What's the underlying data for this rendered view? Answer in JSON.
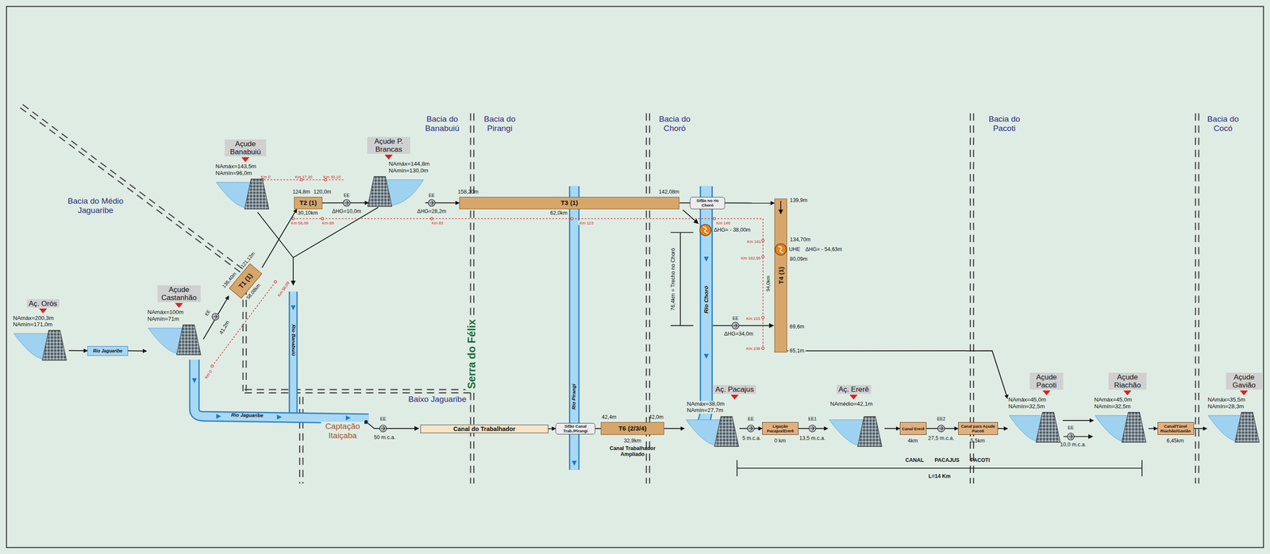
{
  "diagram": {
    "nodes": [
      {
        "text": [
          "Aç. Orós",
          "NAmáx=200,3m",
          "NAmín=171,0m"
        ]
      },
      {
        "text": [
          "Rio Jaguaribe"
        ]
      },
      {
        "text": [
          "Açude Castanhão",
          "NAmáx=100m",
          "NAmín=71m"
        ]
      },
      {
        "text": [
          "T1 (1)"
        ]
      },
      {
        "text": [
          "Açude Banabuiú",
          "NAmáx=143,5m",
          "NAmín=96,0m"
        ]
      },
      {
        "text": [
          "T2 (1)"
        ]
      },
      {
        "text": [
          "Açude P. Brancas",
          "NAmáx=144,8m",
          "NAmín=130,0m"
        ]
      },
      {
        "text": [
          "T3 (1)"
        ]
      },
      {
        "text": [
          "Sifão no rio Choró"
        ]
      },
      {
        "text": [
          "T4 (1)"
        ]
      },
      {
        "text": [
          "Canal do Trabalhador"
        ]
      },
      {
        "text": [
          "Sifão Canal Trab./Pirangi"
        ]
      },
      {
        "text": [
          "T6 (2/3/4)"
        ]
      },
      {
        "text": [
          "Aç. Pacajus",
          "NAmáx=38,0m",
          "NAmín=27,7m"
        ]
      },
      {
        "text": [
          "Ligação Pacajus/Ererê"
        ]
      },
      {
        "text": [
          "Aç. Ererê",
          "NAmédio=42,1m"
        ]
      },
      {
        "text": [
          "Canal Ererê"
        ]
      },
      {
        "text": [
          "Canal para Açude Pacoti"
        ]
      },
      {
        "text": [
          "Açude Pacoti",
          "NAmáx=45,0m",
          "NAmín=32,5m"
        ]
      },
      {
        "text": [
          "Açude Riachão",
          "NAmáx=45,0m",
          "NAmín=32,5m"
        ]
      },
      {
        "text": [
          "Canal/Túnel Riachão/Gavião"
        ]
      },
      {
        "text": [
          "Açude Gavião",
          "NAmáx=35,5m",
          "NAmín=28,3m"
        ]
      }
    ],
    "edges": [
      {
        "from": 0,
        "to": 1,
        "arrow": "to"
      },
      {
        "from": 1,
        "to": 2,
        "arrow": "to"
      },
      {
        "from": 2,
        "to": 3,
        "arrow": "to"
      },
      {
        "from": 3,
        "to": 5,
        "arrow": "to"
      },
      {
        "from": 5,
        "to": 6,
        "arrow": "to"
      },
      {
        "from": 6,
        "to": 7,
        "arrow": "to"
      },
      {
        "from": 7,
        "to": 8,
        "arrow": "none"
      },
      {
        "from": 8,
        "to": 9,
        "arrow": "to"
      },
      {
        "from": 9,
        "to": 18,
        "arrow": "to"
      },
      {
        "from": 10,
        "to": 11,
        "arrow": "to"
      },
      {
        "from": 11,
        "to": 12,
        "arrow": "none"
      },
      {
        "from": 12,
        "to": 13,
        "arrow": "to"
      },
      {
        "from": 13,
        "to": 14,
        "arrow": "to"
      },
      {
        "from": 14,
        "to": 15,
        "arrow": "to"
      },
      {
        "from": 15,
        "to": 16,
        "arrow": "to"
      },
      {
        "from": 16,
        "to": 17,
        "arrow": "to"
      },
      {
        "from": 17,
        "to": 18,
        "arrow": "to"
      },
      {
        "from": 18,
        "to": 19,
        "arrow": "to"
      },
      {
        "from": 19,
        "to": 20,
        "arrow": "to"
      },
      {
        "from": 20,
        "to": 21,
        "arrow": "to"
      }
    ],
    "labels": [
      "Bacia do Médio Jaguaribe",
      "Bacia do Banabuiú",
      "Bacia do Pirangi",
      "Bacia do Choró",
      "Bacia do Pacoti",
      "Bacia do Cocó",
      "Baixo Jaguaribe",
      "Serra do Félix",
      "Rio Jaguaribe",
      "Rio Banabuiú",
      "Rio Pirangi",
      "Rio Choró",
      "Captação Itaiçaba",
      "EE",
      "41,2m",
      "136,40m",
      "121,12m",
      "58,08km",
      "124,8m",
      "120,0m",
      "30,10km",
      "EE",
      "ΔHG=10,0m",
      "EE",
      "ΔHG=28,2m",
      "158,20m",
      "142,08m",
      "62,0km",
      "139,9m",
      "134,70m",
      "UHE",
      "ΔHG= - 54,63m",
      "80,09m",
      "69,6m",
      "65,1m",
      "94,0km",
      "ΔHG= - 38,00m",
      "76,4km = Trecho no Choró",
      "EE",
      "ΔHG=34,0m",
      "Km 0",
      "Km 17,20",
      "Km 30,10",
      "Km 56,09",
      "Km 69",
      "Km 83",
      "Km 123",
      "Km 146",
      "Km 161",
      "Km 162,55",
      "Km 215",
      "Km 238",
      "Km 56,09",
      "Km 0",
      "EE",
      "50 m.c.a.",
      "42,4m",
      "42,0m",
      "32,9km",
      "Canal Trabalhador Ampliado",
      "EE",
      "5 m.c.a.",
      "0 km",
      "EE1",
      "13,5 m.c.a.",
      "4km",
      "EE2",
      "27,5 m.c.a.",
      "5,5km",
      "EE",
      "10,0 m.c.a.",
      "6,45km",
      "CANAL PACAJUS PACOTI",
      "L=14 Km"
    ]
  }
}
